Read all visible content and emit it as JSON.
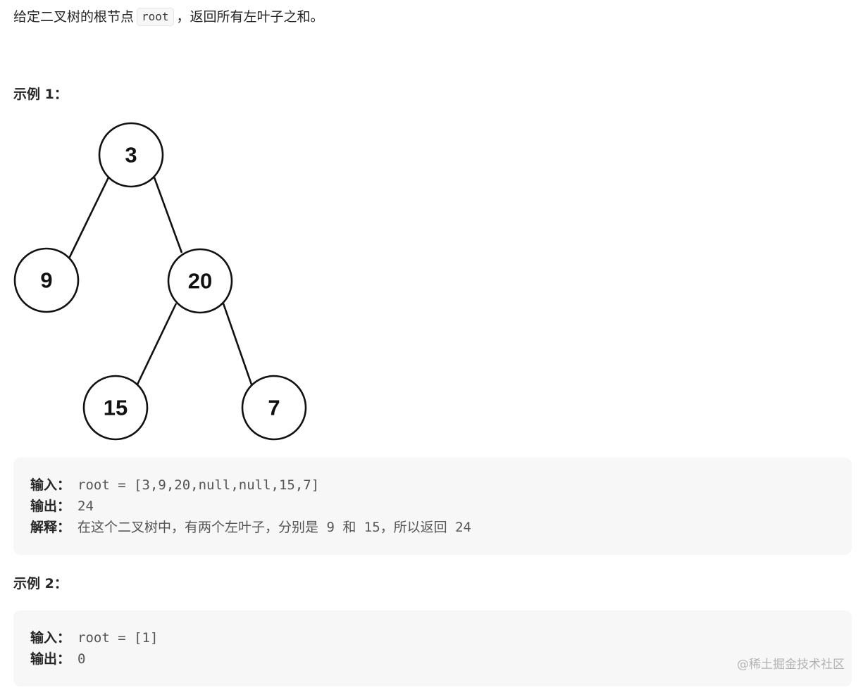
{
  "description": {
    "before": "给定二叉树的根节点",
    "code": "root",
    "after": "，返回所有左叶子之和。"
  },
  "example1": {
    "title": "示例 1：",
    "tree": {
      "nodes": [
        {
          "id": "n3",
          "label": "3"
        },
        {
          "id": "n9",
          "label": "9"
        },
        {
          "id": "n20",
          "label": "20"
        },
        {
          "id": "n15",
          "label": "15"
        },
        {
          "id": "n7",
          "label": "7"
        }
      ],
      "edges": [
        {
          "from": "n3",
          "to": "n9"
        },
        {
          "from": "n3",
          "to": "n20"
        },
        {
          "from": "n20",
          "to": "n15"
        },
        {
          "from": "n20",
          "to": "n7"
        }
      ]
    },
    "input_label": "输入：",
    "input_value": "root = [3,9,20,null,null,15,7]",
    "output_label": "输出：",
    "output_value": "24",
    "explain_label": "解释：",
    "explain_value": "在这个二叉树中，有两个左叶子，分别是 9 和 15，所以返回 24"
  },
  "example2": {
    "title": "示例 2：",
    "input_label": "输入：",
    "input_value": "root = [1]",
    "output_label": "输出：",
    "output_value": "0"
  },
  "watermark": "@稀土掘金技术社区"
}
